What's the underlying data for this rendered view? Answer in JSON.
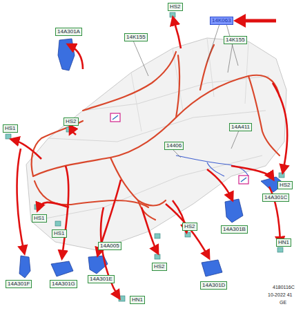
{
  "diagram": {
    "nodes": [
      {
        "text": [
          "HS2"
        ]
      },
      {
        "text": [
          "14K063"
        ]
      },
      {
        "text": [
          "14A301A"
        ]
      },
      {
        "text": [
          "14K155"
        ]
      },
      {
        "text": [
          "14K155"
        ]
      },
      {
        "text": [
          "HS2"
        ]
      },
      {
        "text": [
          "14A411"
        ]
      },
      {
        "text": [
          "HS1"
        ]
      },
      {
        "text": [
          "14406"
        ]
      },
      {
        "text": [
          "HS2"
        ]
      },
      {
        "text": [
          "14A301C"
        ]
      },
      {
        "text": [
          "HS1"
        ]
      },
      {
        "text": [
          "HS2"
        ]
      },
      {
        "text": [
          "14A301B"
        ]
      },
      {
        "text": [
          "HS1"
        ]
      },
      {
        "text": [
          "HN1"
        ]
      },
      {
        "text": [
          "14A005"
        ]
      },
      {
        "text": [
          "HS2"
        ]
      },
      {
        "text": [
          "14A301E"
        ]
      },
      {
        "text": [
          "14A301G"
        ]
      },
      {
        "text": [
          "14A301F"
        ]
      },
      {
        "text": [
          "14A301D"
        ]
      },
      {
        "text": [
          "HN1"
        ]
      }
    ],
    "labels": [
      "4180116C",
      "10-2022 41",
      "GE"
    ]
  }
}
